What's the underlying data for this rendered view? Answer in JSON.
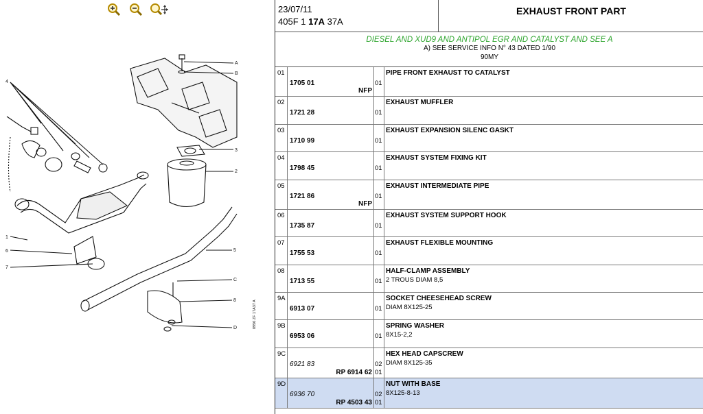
{
  "toolbar": {
    "zoom_in_icon": "magnifier-plus-icon",
    "zoom_out_icon": "magnifier-minus-icon",
    "pan_zoom_icon": "magnifier-move-icon"
  },
  "header": {
    "date": "23/07/11",
    "model": "405F 1",
    "group_bold": "17A",
    "group_suffix": "37A",
    "title": "EXHAUST FRONT PART"
  },
  "notes": {
    "green_line": "DIESEL AND XUD9 AND ANTIPOL EGR AND CATALYST AND SEE A",
    "line2": "A) SEE SERVICE INFO N° 43 DATED 1/90",
    "line3": "90MY",
    "green_color": "#2ea52e"
  },
  "drawing": {
    "callouts": [
      "A",
      "B",
      "3",
      "2",
      "4",
      "1",
      "6",
      "7",
      "5",
      "C",
      "8",
      "D"
    ],
    "caption": "0956  ZF  17A37 A"
  },
  "parts": [
    {
      "ref": "01",
      "part": "1705 01",
      "sub": "NFP",
      "qty1": "01",
      "qty2": "",
      "desc": "PIPE FRONT EXHAUST TO CATALYST",
      "desc2": ""
    },
    {
      "ref": "02",
      "part": "1721 28",
      "sub": "",
      "qty1": "01",
      "qty2": "",
      "desc": "EXHAUST MUFFLER",
      "desc2": ""
    },
    {
      "ref": "03",
      "part": "1710 99",
      "sub": "",
      "qty1": "01",
      "qty2": "",
      "desc": "EXHAUST EXPANSION SILENC GASKT",
      "desc2": ""
    },
    {
      "ref": "04",
      "part": "1798 45",
      "sub": "",
      "qty1": "01",
      "qty2": "",
      "desc": "EXHAUST SYSTEM FIXING KIT",
      "desc2": ""
    },
    {
      "ref": "05",
      "part": "1721 86",
      "sub": "NFP",
      "qty1": "01",
      "qty2": "",
      "desc": "EXHAUST INTERMEDIATE PIPE",
      "desc2": ""
    },
    {
      "ref": "06",
      "part": "1735 87",
      "sub": "",
      "qty1": "01",
      "qty2": "",
      "desc": "EXHAUST SYSTEM SUPPORT HOOK",
      "desc2": ""
    },
    {
      "ref": "07",
      "part": "1755 53",
      "sub": "",
      "qty1": "01",
      "qty2": "",
      "desc": "EXHAUST FLEXIBLE MOUNTING",
      "desc2": ""
    },
    {
      "ref": "08",
      "part": "1713 55",
      "sub": "",
      "qty1": "01",
      "qty2": "",
      "desc": "HALF-CLAMP ASSEMBLY",
      "desc2": "2 TROUS DIAM 8,5"
    },
    {
      "ref": "9A",
      "part": "6913 07",
      "sub": "",
      "qty1": "01",
      "qty2": "",
      "desc": "SOCKET CHEESEHEAD SCREW",
      "desc2": "DIAM 8X125-25"
    },
    {
      "ref": "9B",
      "part": "6953 06",
      "sub": "",
      "qty1": "01",
      "qty2": "",
      "desc": "SPRING WASHER",
      "desc2": "8X15-2,2"
    },
    {
      "ref": "9C",
      "part": "6921 83",
      "sub": "RP 6914 62",
      "qty1": "02",
      "qty2": "01",
      "desc": "HEX HEAD CAPSCREW",
      "desc2": "DIAM 8X125-35"
    },
    {
      "ref": "9D",
      "part": "6936 70",
      "sub": "RP 4503 43",
      "qty1": "02",
      "qty2": "01",
      "desc": "NUT WITH BASE",
      "desc2": "8X125-8-13"
    }
  ]
}
